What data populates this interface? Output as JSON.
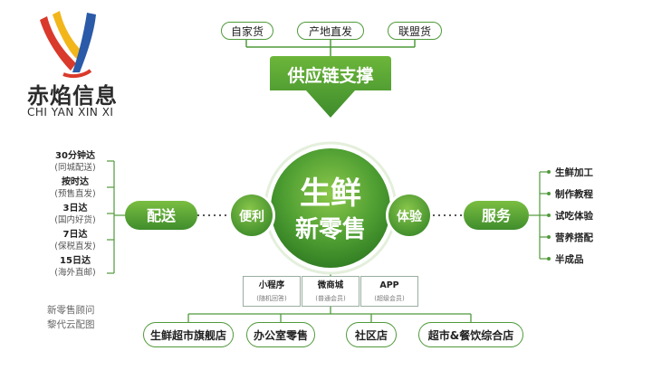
{
  "logo": {
    "cn": "赤焰信息",
    "en": "CHI YAN XIN XI"
  },
  "top_sources": [
    "自家货",
    "产地直发",
    "联盟货"
  ],
  "supply_label": "供应链支撑",
  "center": {
    "line1": "生鲜",
    "line2": "新零售"
  },
  "left_circle": "便利",
  "right_circle": "体验",
  "left_hub": "配送",
  "right_hub": "服务",
  "delivery": [
    {
      "title": "30分钟达",
      "sub": "(同城配送)"
    },
    {
      "title": "按时达",
      "sub": "(预售直发)"
    },
    {
      "title": "3日达",
      "sub": "(国内好货)"
    },
    {
      "title": "7日达",
      "sub": "(保税直发)"
    },
    {
      "title": "15日达",
      "sub": "(海外直邮)"
    }
  ],
  "services": [
    "生鲜加工",
    "制作教程",
    "试吃体验",
    "营养搭配",
    "半成品"
  ],
  "channels": [
    {
      "title": "小程序",
      "sub": "(随机回答)"
    },
    {
      "title": "微商城",
      "sub": "(普通会员)"
    },
    {
      "title": "APP",
      "sub": "(超级会员)"
    }
  ],
  "stores": [
    "生鲜超市旗舰店",
    "办公室零售",
    "社区店",
    "超市&餐饮综合店"
  ],
  "note": [
    "新零售顾问",
    "黎代云配图"
  ],
  "colors": {
    "green_dark": "#3d8b2c",
    "green_light": "#6fb63c",
    "border": "#4f9a3a",
    "logo_red": "#d93a2b",
    "logo_yellow": "#f2b61b",
    "logo_blue": "#2a5aa8"
  }
}
